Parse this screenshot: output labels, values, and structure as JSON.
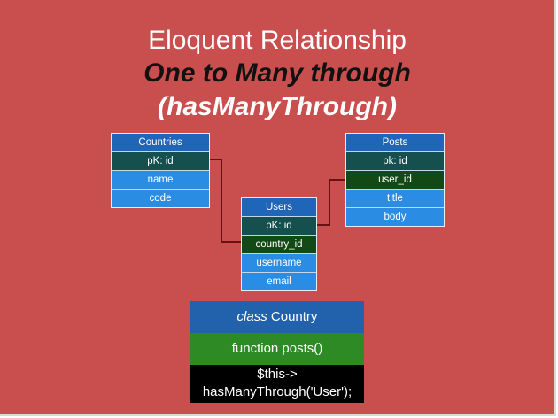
{
  "title": {
    "line1": "Eloquent Relationship",
    "line2": "One to Many through",
    "line3": "(hasManyThrough)"
  },
  "tables": {
    "countries": {
      "header": "Countries",
      "rows": [
        "pK: id",
        "name",
        "code"
      ]
    },
    "users": {
      "header": "Users",
      "rows": [
        "pK: id",
        "country_id",
        "username",
        "email"
      ]
    },
    "posts": {
      "header": "Posts",
      "rows": [
        "pk: id",
        "user_id",
        "title",
        "body"
      ]
    }
  },
  "code": {
    "keyword": "class",
    "class_name": "Country",
    "function": "function posts()",
    "line1": "$this->",
    "line2": "hasManyThrough('User');"
  },
  "colors": {
    "background": "#c94f4f",
    "header": "#1f66b8",
    "primary_key": "#15504f",
    "foreign_key": "#134915",
    "field": "#2a8ce3",
    "link": "#6b0f12"
  }
}
